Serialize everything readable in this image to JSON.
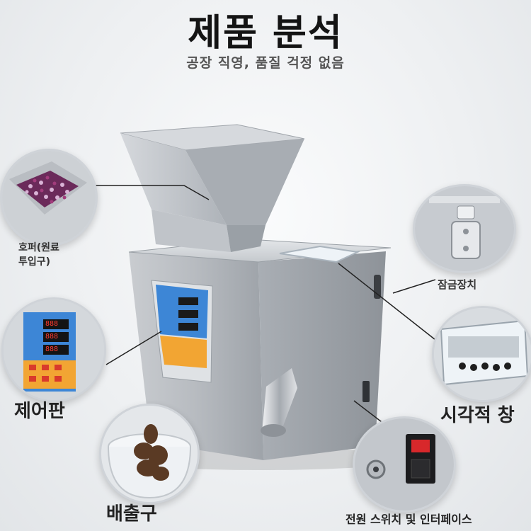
{
  "title": "제품 분석",
  "subtitle": "공장 직영, 품질 걱정 없음",
  "callouts": {
    "hopper": {
      "line1": "호퍼(원료",
      "line2": "투입구)"
    },
    "lock": "잠금장치",
    "control_panel": "제어판",
    "window": "시각적 창",
    "outlet": "배출구",
    "power": "전원 스위치 및 인터페이스"
  },
  "panel_readouts": [
    "888",
    "888",
    "888"
  ],
  "colors": {
    "steel": "#b9bec3",
    "panel_blue": "#3d86d6",
    "panel_orange": "#f2a533",
    "readout_red": "#ff3b2f",
    "title": "#141414"
  }
}
